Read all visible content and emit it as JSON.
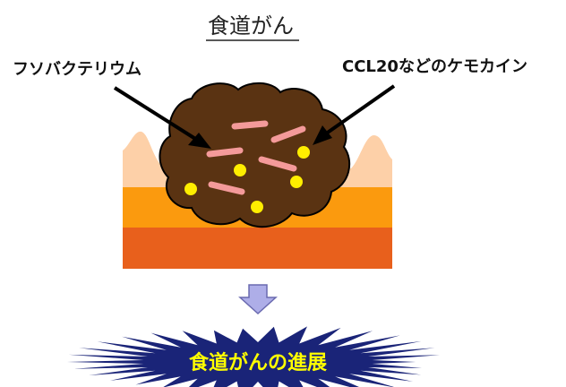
{
  "title": "食道がん",
  "labels": {
    "bacteria": "フソバクテリウム",
    "chemokine": "CCL20などのケモカイン"
  },
  "result": "食道がんの進展",
  "colors": {
    "tissue_top": "#fdd0a8",
    "tissue_middle": "#fb9a0e",
    "tissue_bottom": "#e8601c",
    "tumor": "#5a3312",
    "bacteria": "#f49a9a",
    "chemokine": "#ffee00",
    "process_arrow": "#aeaee8",
    "banner": "#1a2478",
    "banner_text": "#ffff00"
  }
}
